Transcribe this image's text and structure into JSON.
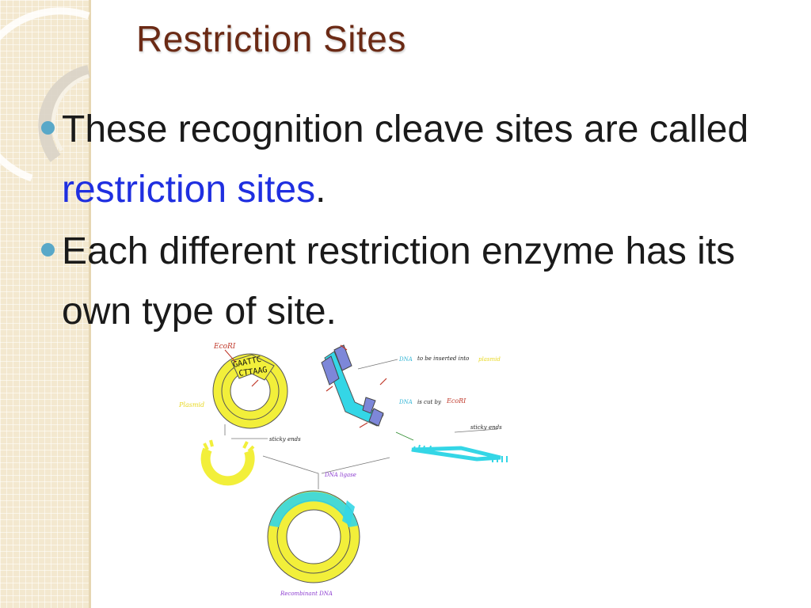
{
  "slide": {
    "title": "Restriction Sites",
    "bullets": [
      {
        "text_before": "These recognition cleave sites are called ",
        "highlight": "restriction sites",
        "text_after": "."
      },
      {
        "text": "Each different restriction enzyme has its own type of site."
      }
    ]
  },
  "figure": {
    "ecori_label": "EcoRI",
    "plasmid_label": "Plasmid",
    "plasmid_seq_top": "GAATTC",
    "plasmid_seq_bottom": "CTTAAG",
    "dna_insert_word": "DNA",
    "dna_insert_text": "to be inserted into",
    "dna_insert_plasmid": "plasmid",
    "dna_cut_word": "DNA",
    "dna_cut_text": "is cut by",
    "dna_cut_enzyme": "EcoRI",
    "sticky_ends_left": "sticky ends",
    "sticky_ends_right": "sticky ends",
    "dna_ligase": "DNA ligase",
    "recombinant": "Recombinant DNA"
  },
  "colors": {
    "title": "#6b2a15",
    "highlight": "#1f2fe0",
    "bullet": "#59a8c8",
    "plasmid_yellow": "#f2ef3a",
    "dna_cyan": "#34d6e6",
    "dna_purple": "#7d87d9"
  }
}
